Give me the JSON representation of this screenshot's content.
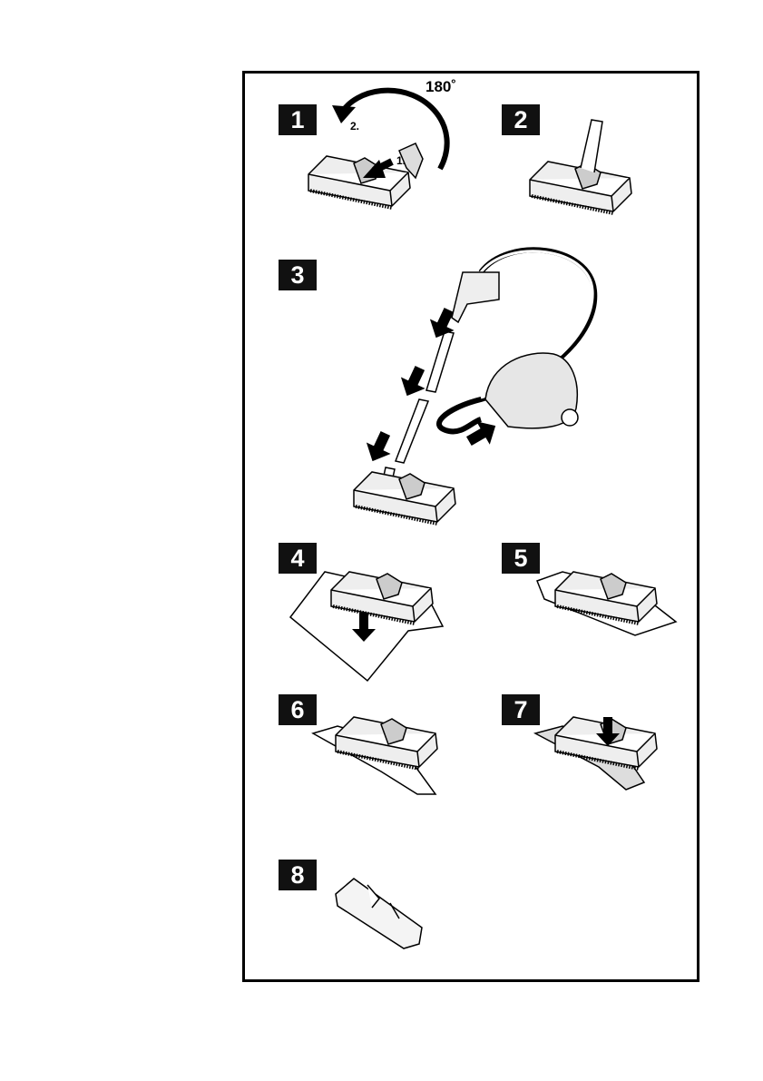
{
  "steps": [
    {
      "number": "1",
      "labels": {
        "angle": "180˚",
        "first": "1.",
        "second": "2."
      }
    },
    {
      "number": "2"
    },
    {
      "number": "3"
    },
    {
      "number": "4"
    },
    {
      "number": "5"
    },
    {
      "number": "6"
    },
    {
      "number": "7"
    },
    {
      "number": "8"
    }
  ]
}
